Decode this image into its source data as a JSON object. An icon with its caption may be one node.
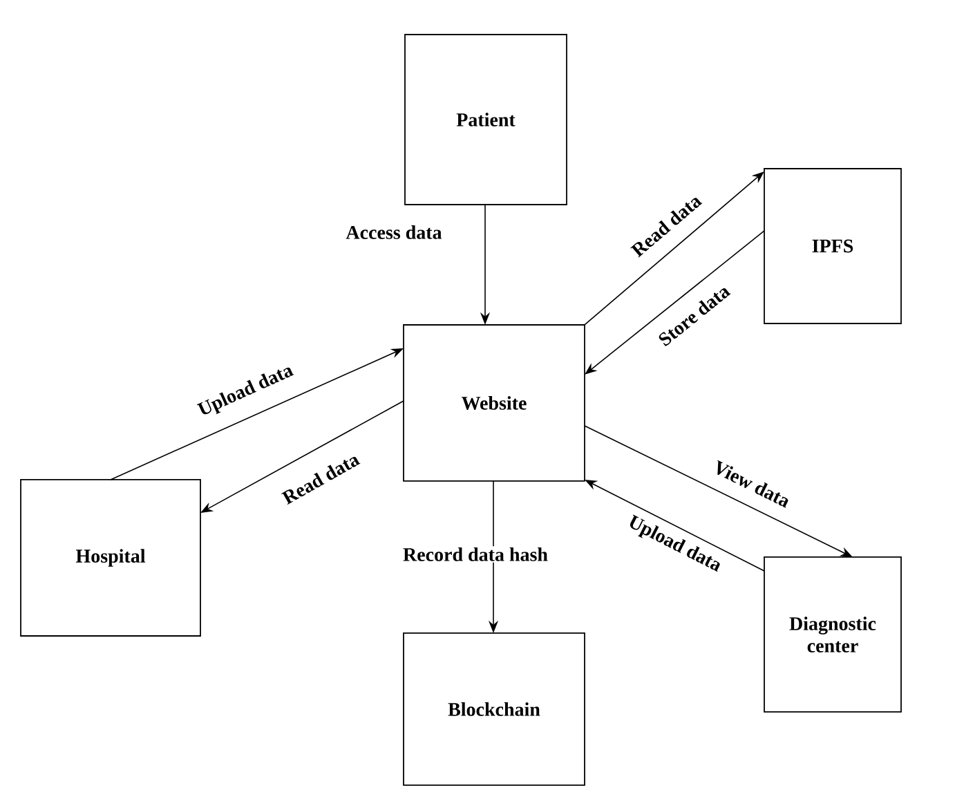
{
  "diagram": {
    "nodes": [
      {
        "text": [
          "Patient"
        ]
      },
      {
        "text": [
          "IPFS"
        ]
      },
      {
        "text": [
          "Website"
        ]
      },
      {
        "text": [
          "Hospital"
        ]
      },
      {
        "text": [
          "Diagnostic center"
        ]
      },
      {
        "text": [
          "Blockchain"
        ]
      }
    ],
    "edges": [
      {
        "from": 0,
        "to": 2,
        "arrow": "to",
        "label": "Access data"
      },
      {
        "from": 3,
        "to": 2,
        "arrow": "to",
        "label": "Upload data"
      },
      {
        "from": 2,
        "to": 3,
        "arrow": "to",
        "label": "Read data"
      },
      {
        "from": 2,
        "to": 1,
        "arrow": "to",
        "label": "Read data"
      },
      {
        "from": 1,
        "to": 2,
        "arrow": "to",
        "label": "Store data"
      },
      {
        "from": 2,
        "to": 4,
        "arrow": "to",
        "label": "View data"
      },
      {
        "from": 4,
        "to": 2,
        "arrow": "to",
        "label": "Upload data"
      },
      {
        "from": 2,
        "to": 5,
        "arrow": "to",
        "label": "Record data hash"
      }
    ]
  }
}
